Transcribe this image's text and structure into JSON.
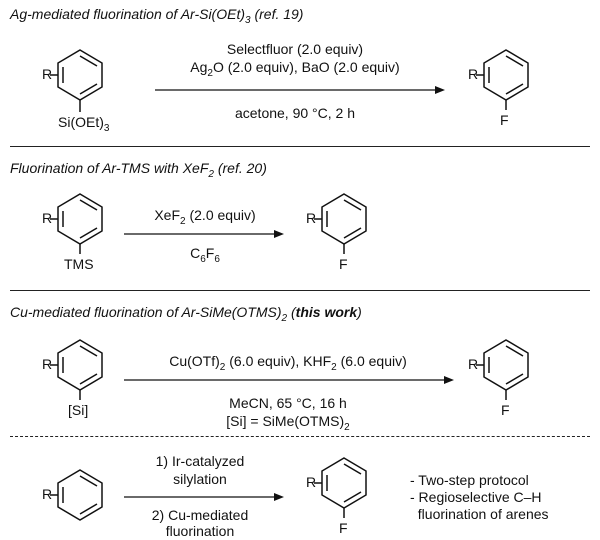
{
  "sections": [
    {
      "title_prefix": "Ag-mediated fluorination of Ar-Si(OEt)",
      "title_sub": "3",
      "title_suffix": " (ref. 19)",
      "cond_above_1": "Selectfluor (2.0 equiv)",
      "cond_above_2a": "Ag",
      "cond_above_2sub": "2",
      "cond_above_2b": "O (2.0 equiv), BaO (2.0 equiv)",
      "cond_below_1": "acetone, 90 °C, 2 h",
      "reactant_group": "Si(OEt)",
      "reactant_group_sub": "3",
      "product_group": "F",
      "r_label": "R"
    },
    {
      "title_prefix": "Fluorination of Ar-TMS with XeF",
      "title_sub": "2",
      "title_suffix": " (ref. 20)",
      "cond_above_1a": "XeF",
      "cond_above_1sub": "2",
      "cond_above_1b": " (2.0 equiv)",
      "cond_below_1a": "C",
      "cond_below_1sub1": "6",
      "cond_below_1b": "F",
      "cond_below_1sub2": "6",
      "reactant_group": "TMS",
      "product_group": "F",
      "r_label": "R"
    },
    {
      "title_prefix": "Cu-mediated fluorination of Ar-SiMe(OTMS)",
      "title_sub": "2",
      "title_paren_open": " (",
      "title_bold": "this work",
      "title_paren_close": ")",
      "cond_above_1a": "Cu(OTf)",
      "cond_above_1sub": "2",
      "cond_above_1b": " (6.0 equiv), KHF",
      "cond_above_1sub2": "2",
      "cond_above_1c": " (6.0 equiv)",
      "cond_below_1": "MeCN, 65 °C, 16 h",
      "cond_below_2a": "[Si] = SiMe(OTMS)",
      "cond_below_2sub": "2",
      "reactant_group": "[Si]",
      "product_group": "F",
      "r_label": "R"
    },
    {
      "cond_above_1": "1) Ir-catalyzed",
      "cond_above_2": "silylation",
      "cond_below_1": "2) Cu-mediated",
      "cond_below_2": "fluorination",
      "product_group": "F",
      "r_label": "R",
      "notes": [
        "- Two-step protocol",
        "- Regioselective C–H",
        "  fluorination of arenes"
      ]
    }
  ]
}
